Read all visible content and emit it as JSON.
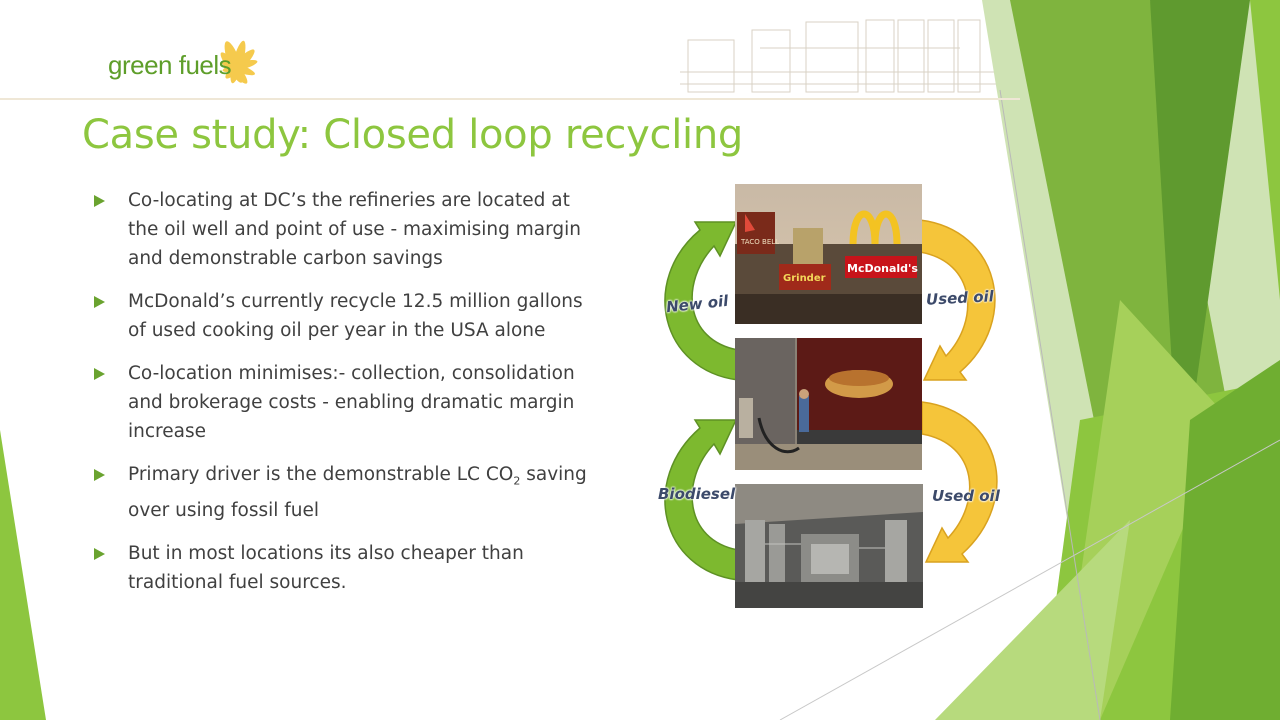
{
  "logo": {
    "text": "green fuels"
  },
  "title": "Case study: Closed loop recycling",
  "bullets": [
    {
      "text": "Co-locating at DC’s the refineries are located at the oil well and point of use -  maximising margin and demonstrable carbon savings"
    },
    {
      "text": "McDonald’s currently recycle 12.5 million gallons of used cooking oil per year in the USA alone"
    },
    {
      "text": "Co-location minimises:- collection, consolidation and brokerage costs - enabling dramatic margin increase"
    },
    {
      "text_before": "Primary driver is the demonstrable LC CO",
      "sub": "2",
      "text_after": " saving over using fossil fuel"
    },
    {
      "text": "But in most locations its also cheaper than traditional fuel sources."
    }
  ],
  "diagram": {
    "labels": {
      "new_oil": "New oil",
      "used_oil_top": "Used oil",
      "biodiesel": "Biodiesel",
      "used_oil_bottom": "Used oil"
    },
    "photos": [
      {
        "name": "restaurant-signs",
        "text_signs": [
          "TACO BELL",
          "Grinder",
          "McDonald's"
        ]
      },
      {
        "name": "truck-refueling"
      },
      {
        "name": "refinery-plant"
      }
    ]
  },
  "colors": {
    "title_green": "#8dc63f",
    "arrow_green": "#7db92f",
    "arrow_yellow": "#f5c53a",
    "bullet_text": "#404040"
  }
}
